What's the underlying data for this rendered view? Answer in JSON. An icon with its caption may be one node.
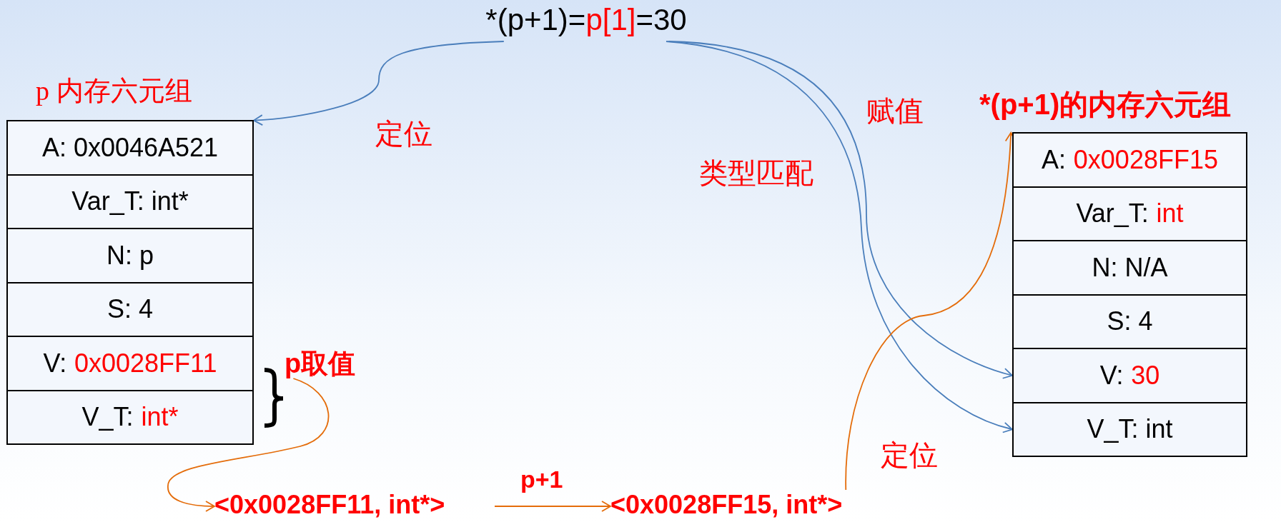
{
  "diagram": {
    "nodes": [
      {
        "text": [
          "*(p+1)=",
          "p[1]",
          "=30"
        ]
      },
      {
        "text": [
          "p 内存六元组"
        ]
      },
      {
        "text": [
          "A: 0x0046A521"
        ],
        "in": 1
      },
      {
        "text": [
          "Var_T: int*"
        ],
        "in": 1
      },
      {
        "text": [
          "N: p"
        ],
        "in": 1
      },
      {
        "text": [
          "S: 4"
        ],
        "in": 1
      },
      {
        "text": [
          "V:",
          "0x0028FF11"
        ],
        "in": 1
      },
      {
        "text": [
          "V_T:",
          "int*"
        ],
        "in": 1
      },
      {
        "text": [
          "*(p+1)的内存六元组"
        ]
      },
      {
        "text": [
          "A:",
          "0x0028FF15"
        ],
        "in": 8
      },
      {
        "text": [
          "Var_T:",
          "int"
        ],
        "in": 8
      },
      {
        "text": [
          "N: N/A"
        ],
        "in": 8
      },
      {
        "text": [
          "S: 4"
        ],
        "in": 8
      },
      {
        "text": [
          "V:",
          "30"
        ],
        "in": 8
      },
      {
        "text": [
          "V_T: int"
        ],
        "in": 8
      },
      {
        "text": [
          "p取值"
        ]
      },
      {
        "text": [
          "<0x0028FF11, int*>"
        ]
      },
      {
        "text": [
          "<0x0028FF15, int*>"
        ]
      }
    ],
    "edges": [
      {
        "from": 0,
        "to": 1,
        "arrow": "to",
        "label": "定位",
        "color": "#4a7ebb"
      },
      {
        "from": 0,
        "to": 13,
        "arrow": "to",
        "label": "赋值",
        "color": "#4a7ebb"
      },
      {
        "from": 0,
        "to": 14,
        "arrow": "to",
        "label": "类型匹配",
        "color": "#4a7ebb"
      },
      {
        "from": 15,
        "to": 16,
        "arrow": "to",
        "color": "#e46c0a"
      },
      {
        "from": 16,
        "to": 17,
        "arrow": "to",
        "label": "p+1",
        "color": "#e46c0a"
      },
      {
        "from": 17,
        "to": 8,
        "arrow": "to",
        "label": "定位",
        "color": "#e46c0a"
      }
    ]
  }
}
